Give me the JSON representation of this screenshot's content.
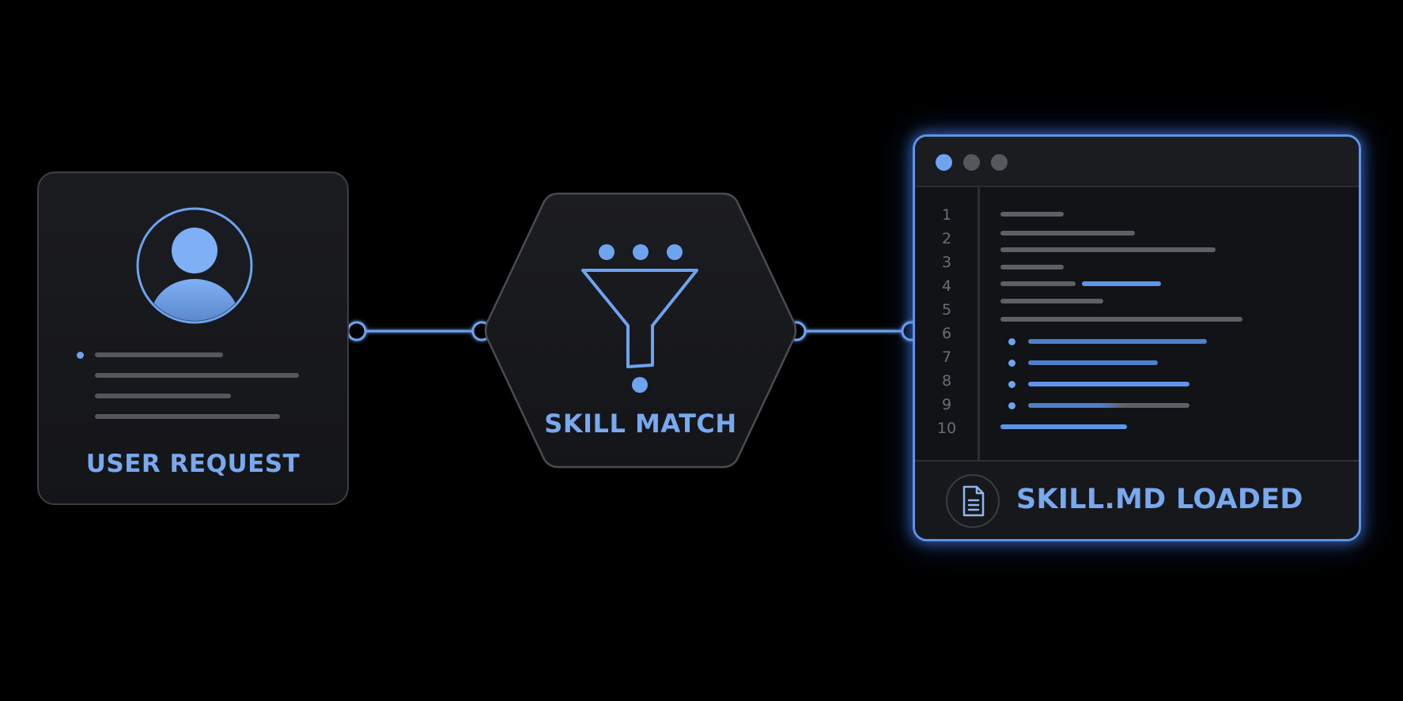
{
  "user_request": {
    "label": "USER REQUEST"
  },
  "skill_match": {
    "label": "SKILL MATCH"
  },
  "editor": {
    "line_numbers": [
      "1",
      "2",
      "3",
      "4",
      "5",
      "6",
      "7",
      "8",
      "9",
      "10"
    ],
    "footer_label": "SKILL.MD LOADED",
    "footer_icon": "document-icon"
  },
  "icons": [
    "user-avatar-icon",
    "funnel-icon",
    "document-icon"
  ],
  "colors": {
    "accent": "#78a8f0",
    "background": "#000000",
    "card": "#1a1b1f",
    "placeholder_line": "#55575d",
    "window_dot_active": "#6ea3f0",
    "window_dot_inactive": "#55575d"
  }
}
